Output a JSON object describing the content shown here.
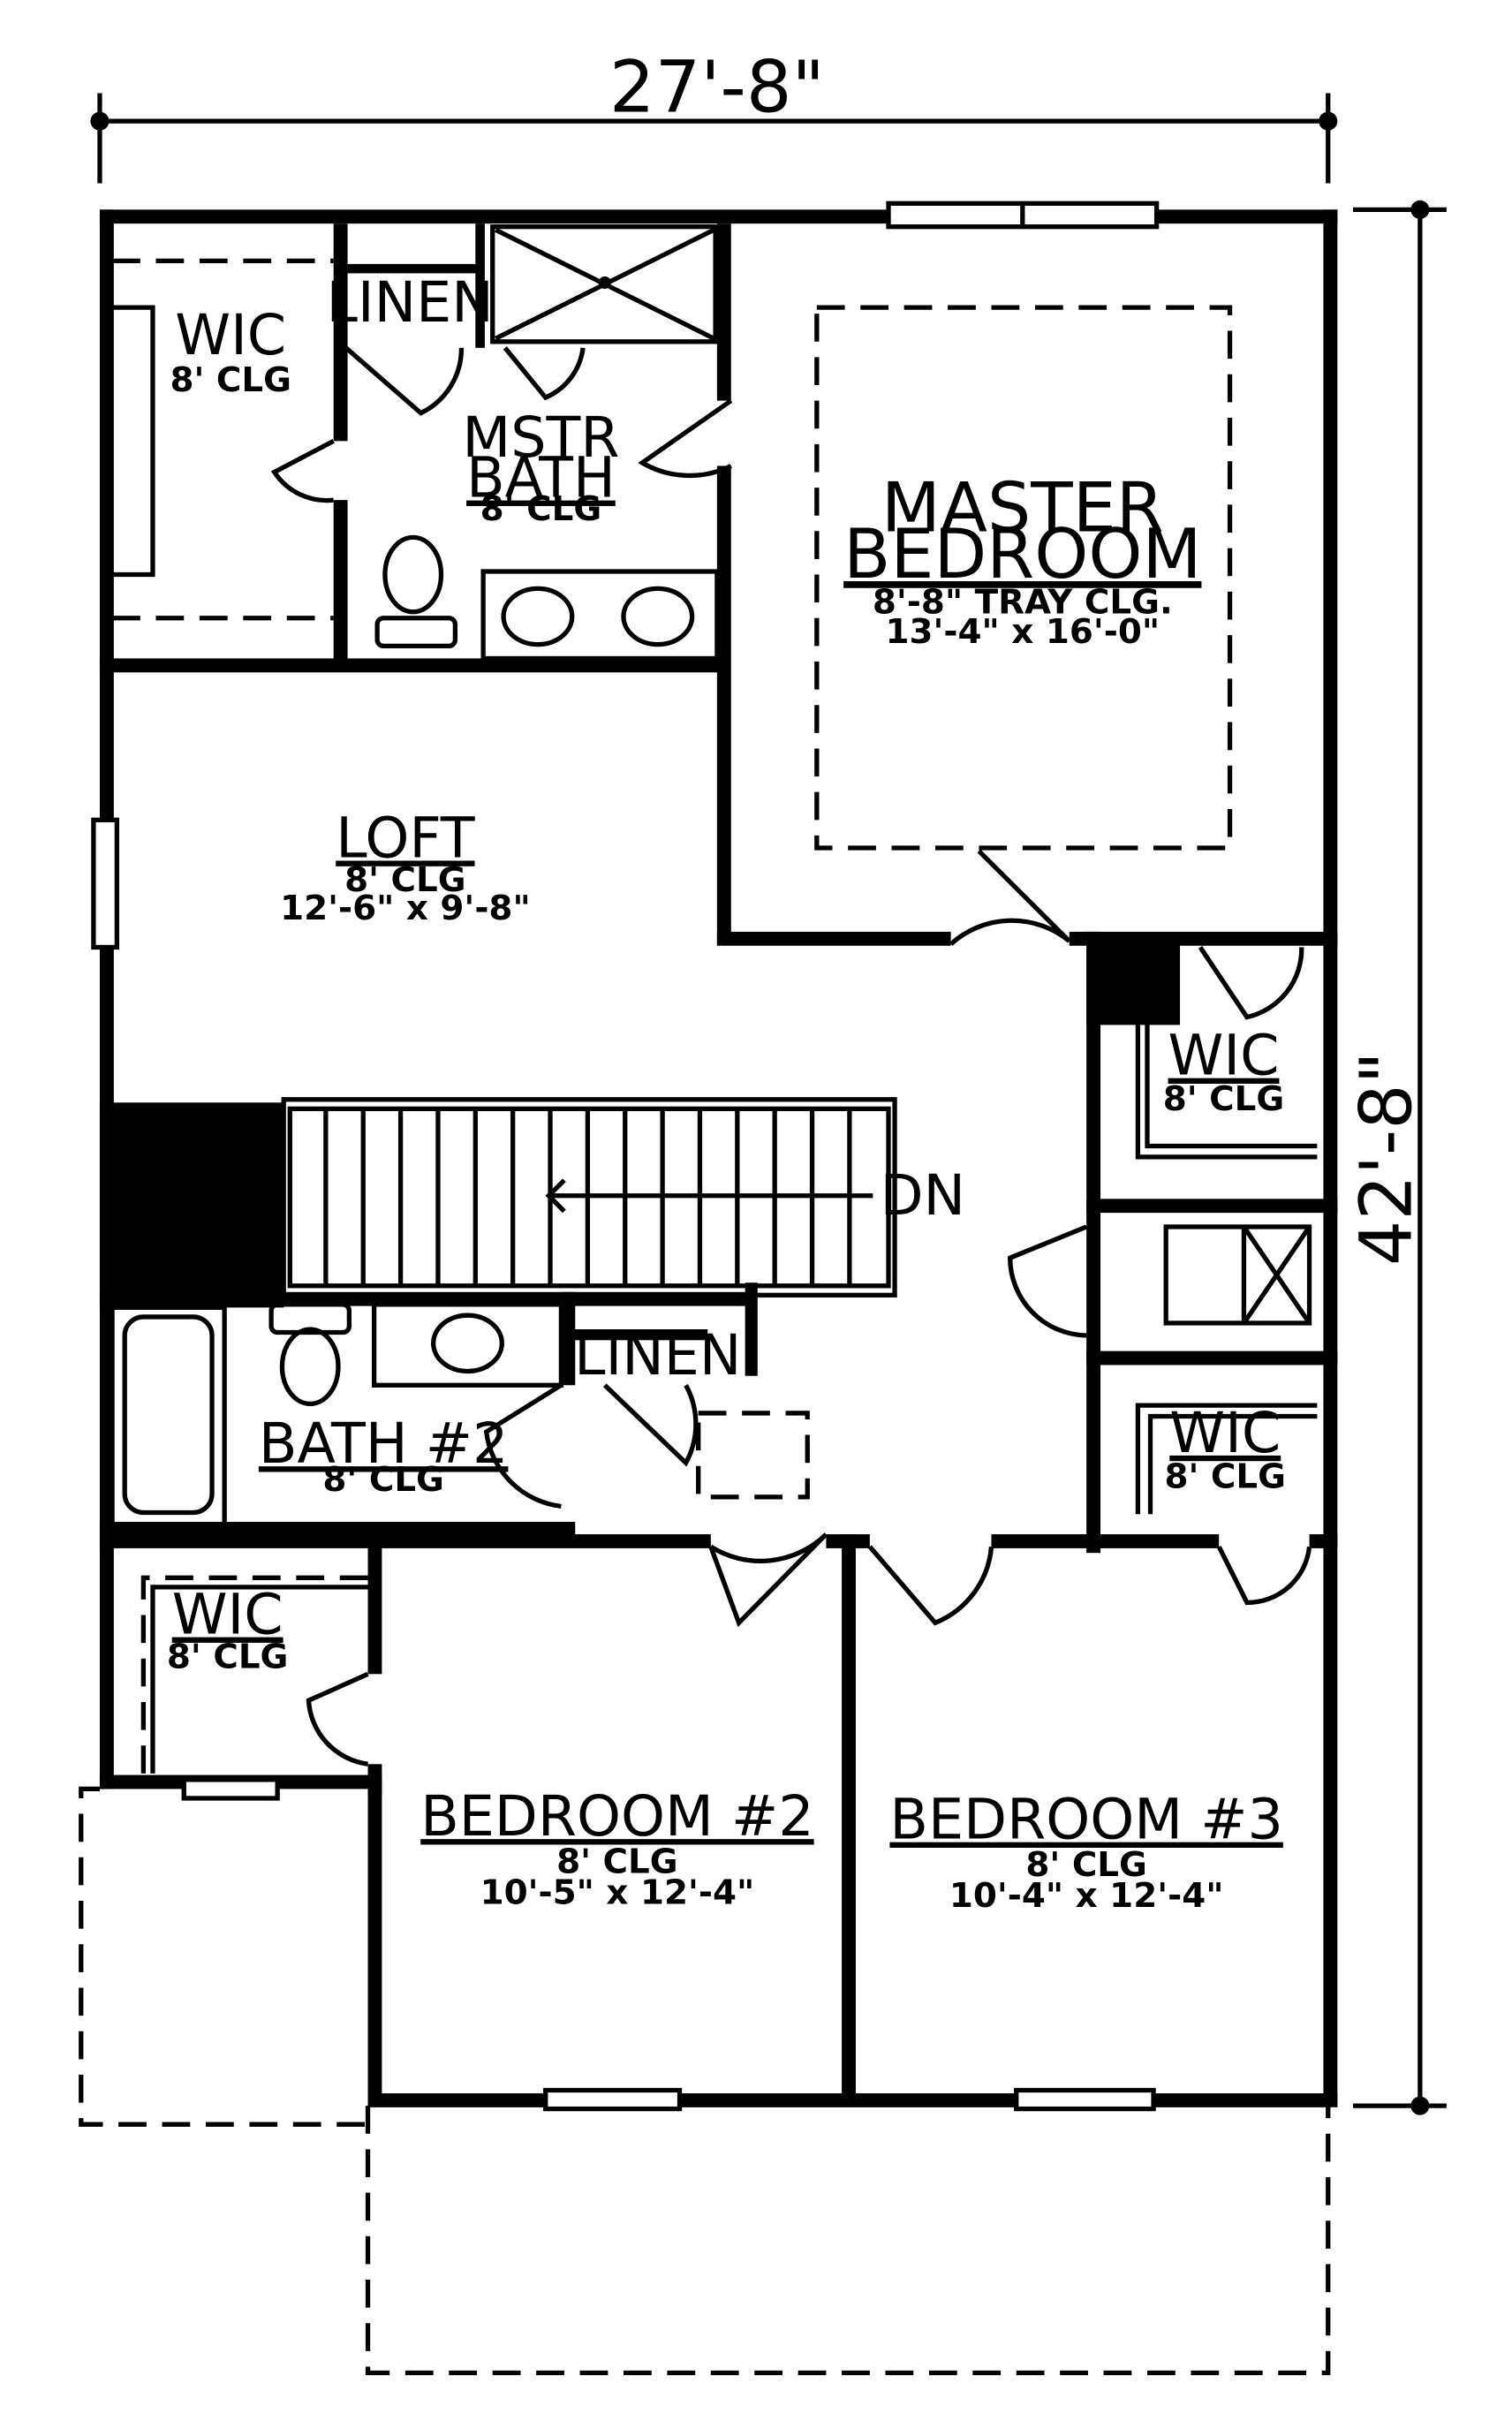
{
  "dimensions": {
    "width": "27'-8\"",
    "depth": "42'-8\""
  },
  "rooms": {
    "wic_nw": {
      "name": "WIC",
      "ceiling": "8' CLG"
    },
    "linen_top": {
      "name": "LINEN"
    },
    "master_bath": {
      "name_line1": "MSTR",
      "name_line2": "BATH",
      "ceiling": "8' CLG"
    },
    "master_bedroom": {
      "name_line1": "MASTER",
      "name_line2": "BEDROOM",
      "ceiling": "8'-8\" TRAY CLG.",
      "size": "13'-4\" x 16'-0\""
    },
    "loft": {
      "name": "LOFT",
      "ceiling": "8' CLG",
      "size": "12'-6\" x 9'-8\""
    },
    "wic_master": {
      "name": "WIC",
      "ceiling": "8' CLG"
    },
    "stairs": {
      "label": "DN"
    },
    "bath2": {
      "name": "BATH #2",
      "ceiling": "8' CLG"
    },
    "linen_hall": {
      "name": "LINEN"
    },
    "wic_bed3": {
      "name": "WIC",
      "ceiling": "8' CLG"
    },
    "wic_bed2": {
      "name": "WIC",
      "ceiling": "8' CLG"
    },
    "bedroom2": {
      "name": "BEDROOM #2",
      "ceiling": "8' CLG",
      "size": "10'-5\" x 12'-4\""
    },
    "bedroom3": {
      "name": "BEDROOM #3",
      "ceiling": "8' CLG",
      "size": "10'-4\" x 12'-4\""
    }
  }
}
